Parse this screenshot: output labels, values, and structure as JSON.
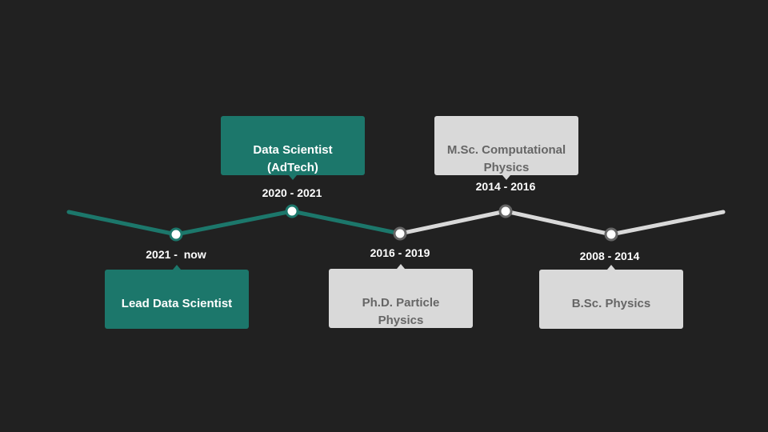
{
  "colors": {
    "background": "#212121",
    "active": "#1c776b",
    "inactive": "#d9d9d9",
    "active_text": "#ffffff",
    "inactive_text": "#666666",
    "inactive_node_ring": "#666666"
  },
  "milestones": [
    {
      "date": "2021 -  now",
      "title": "Lead Data Scientist",
      "state": "active"
    },
    {
      "date": "2020 - 2021",
      "title": "Data Scientist\n(AdTech)",
      "state": "active"
    },
    {
      "date": "2016 - 2019",
      "title": "Ph.D. Particle\nPhysics",
      "state": "inactive"
    },
    {
      "date": "2014 - 2016",
      "title": "M.Sc. Computational\nPhysics",
      "state": "inactive"
    },
    {
      "date": "2008 - 2014",
      "title": "B.Sc. Physics",
      "state": "inactive"
    }
  ]
}
